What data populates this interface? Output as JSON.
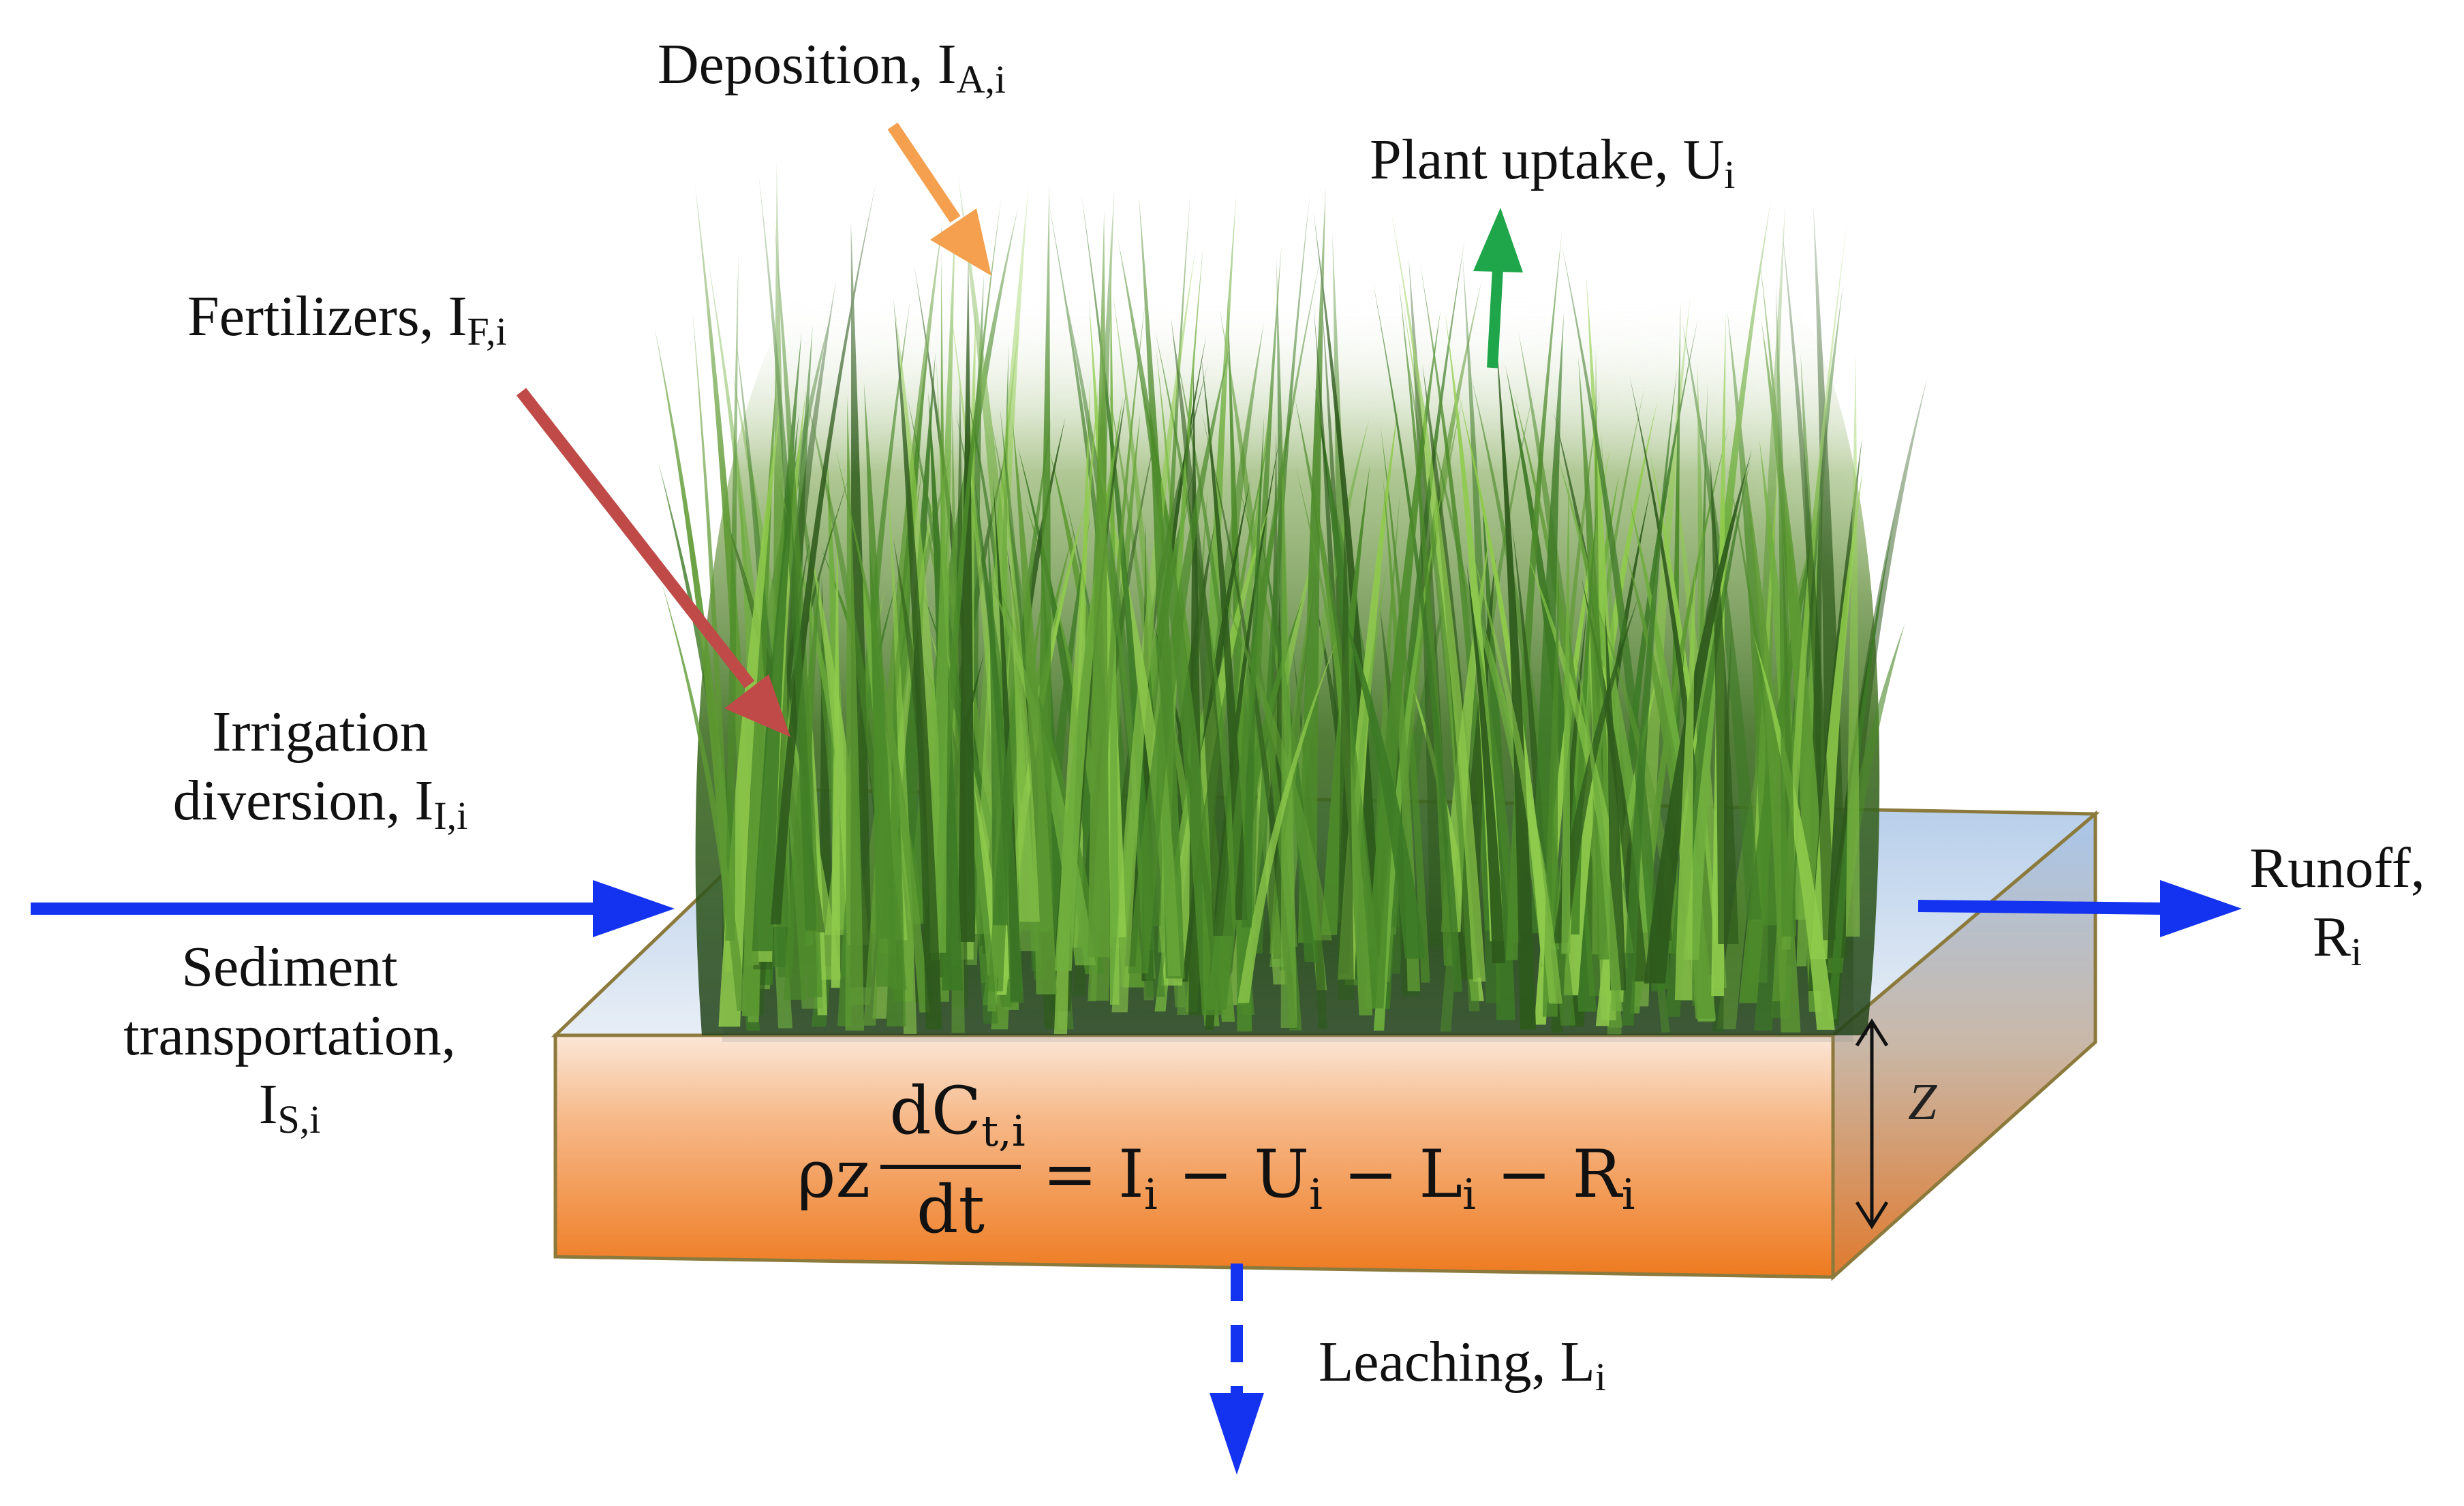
{
  "labels": {
    "deposition": {
      "text": "Deposition, I",
      "sub": "A,i"
    },
    "plant_uptake": {
      "text": "Plant uptake, U",
      "sub": "i"
    },
    "fertilizers": {
      "text": "Fertilizers, I",
      "sub": "F,i"
    },
    "irrigation_line1": "Irrigation",
    "irrigation_line2": {
      "text": "diversion, I",
      "sub": "I,i"
    },
    "sediment_line1": "Sediment",
    "sediment_line2": "transportation,",
    "sediment_line3": {
      "text": "I",
      "sub": "S,i"
    },
    "runoff_line1": "Runoff,",
    "runoff_line2": {
      "text": "R",
      "sub": "i"
    },
    "leaching": {
      "text": "Leaching, L",
      "sub": "i"
    },
    "depth": "Z"
  },
  "equation": {
    "lhs": "ρz",
    "numerator": {
      "text": "dC",
      "sub": "t,i"
    },
    "denominator": "dt",
    "rhs": [
      {
        "text": "= I",
        "sub": "i"
      },
      {
        "text": " − U",
        "sub": "i"
      },
      {
        "text": " − L",
        "sub": "i"
      },
      {
        "text": " −  R",
        "sub": "i"
      }
    ]
  },
  "colors": {
    "deposition_arrow": "#F4A04E",
    "uptake_arrow": "#1FA64A",
    "fertilizer_arrow": "#BF4A48",
    "flow_arrows": "#1433F0",
    "soil_top": "#F9E1CF",
    "soil_bottom": "#EE7A1F",
    "water": "#B8D0EA",
    "grass_dark": "#2E5A1C",
    "grass_light": "#8FCB4C"
  }
}
